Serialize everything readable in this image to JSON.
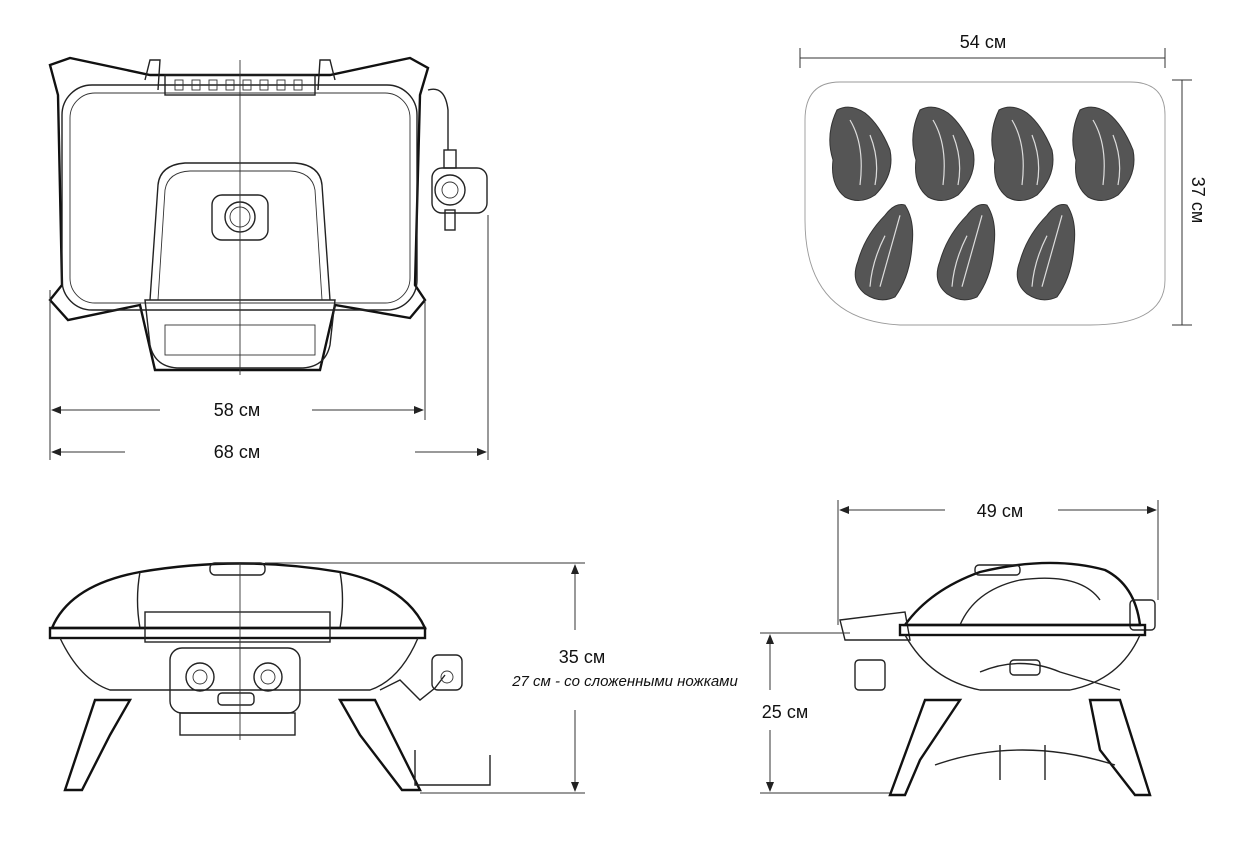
{
  "top_view": {
    "inner_width_label": "58 см",
    "outer_width_label": "68 см"
  },
  "cooking_area": {
    "width_label": "54 см",
    "depth_label": "37 см",
    "steak_count": 7
  },
  "front_view": {
    "height_label": "35 см",
    "folded_height_label": "27 см - со сложенными ножками"
  },
  "side_view": {
    "depth_label": "49 см",
    "table_height_label": "25 см"
  }
}
